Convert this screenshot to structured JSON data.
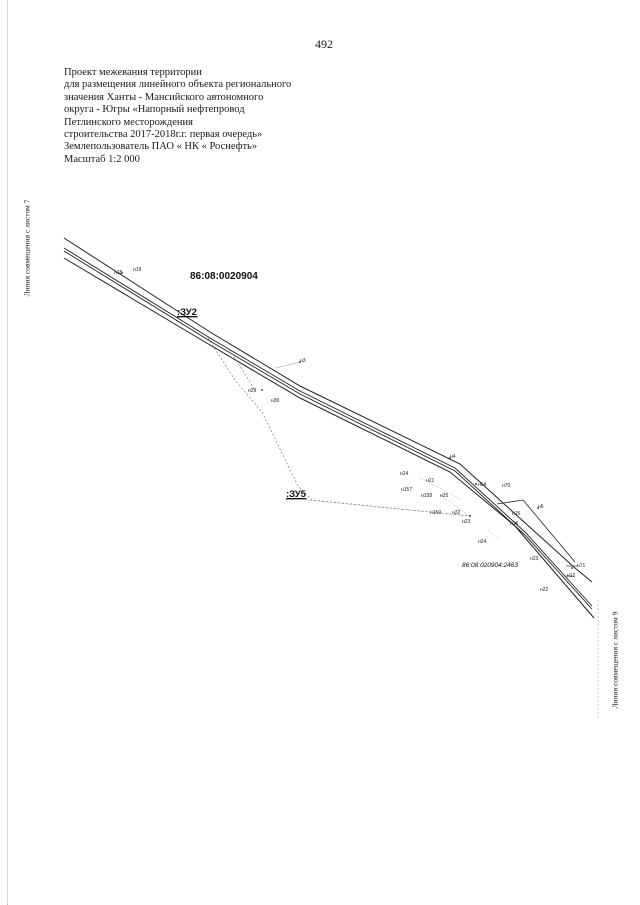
{
  "page_number": "492",
  "title_lines": [
    "Проект межевания территории",
    "для размещения линейного объекта регионального",
    "значения Ханты - Мансийского автономного",
    "округа - Югры «Напорный нефтепровод",
    "Петлинского месторождения",
    "строительства 2017-2018г.г. первая очередь»",
    "Землепользователь ПАО « НК « Роснефть»",
    "Масштаб 1:2 000"
  ],
  "side_labels": {
    "left": "Линия совмещения с листом 7",
    "right": "Линия совмещения с листом 9"
  },
  "parcels": {
    "main": "86:08:0020904",
    "zu2": ":ЗУ2",
    "zu5": ":ЗУ5",
    "sub": "86:08:020904:2463"
  },
  "points": {
    "n18": "н18",
    "n19": "н19",
    "n3": "н3",
    "n29": "н29",
    "n30": "н30",
    "n4": "н4",
    "n24": "н24",
    "n21": "н21",
    "n157": "н157",
    "n158": "н158",
    "n25": "н25",
    "n64": "н64",
    "n70": "н70",
    "n159": "н159",
    "n22": "н22",
    "n23": "н23",
    "n16": "н16",
    "n6": "н6",
    "n15": "н15",
    "n24b": "н24",
    "n23b": "н23",
    "n71": "н71",
    "n12": "н12",
    "n22b": "н22"
  }
}
